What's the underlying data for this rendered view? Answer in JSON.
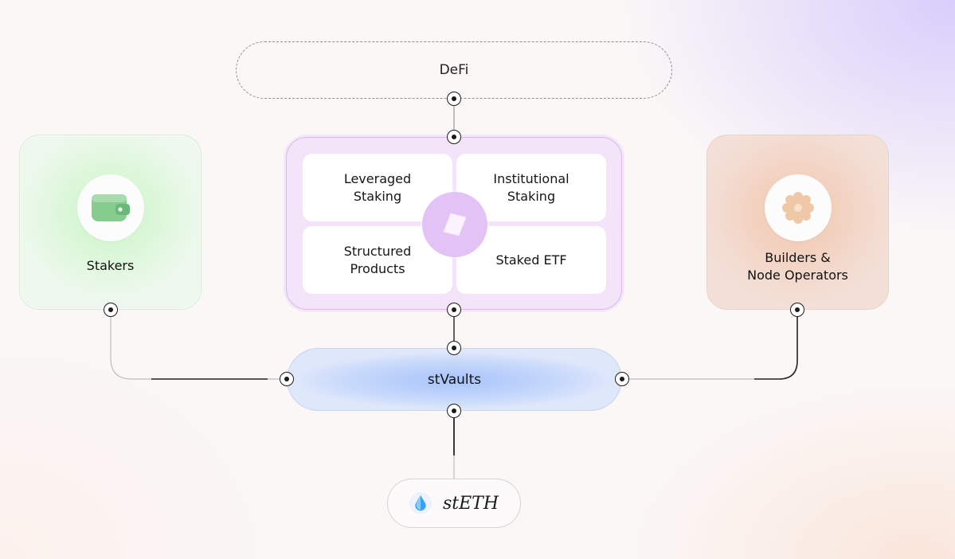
{
  "defi": {
    "label": "DeFi"
  },
  "stakers": {
    "label": "Stakers",
    "icon": "wallet-icon",
    "accent": "#8fd08f"
  },
  "products": {
    "tiles": [
      {
        "label": "Leveraged\nStaking"
      },
      {
        "label": "Institutional\nStaking"
      },
      {
        "label": "Structured\nProducts"
      },
      {
        "label": "Staked ETF"
      }
    ],
    "icon": "diamond-icon",
    "accent": "#e3c2f5"
  },
  "builders": {
    "label": "Builders &\nNode Operators",
    "icon": "gear-icon",
    "accent": "#f2c6ab"
  },
  "stvaults": {
    "label": "stVaults",
    "accent": "#a7c4fb"
  },
  "steth": {
    "label": "stETH",
    "icon": "steth-drop-icon"
  }
}
